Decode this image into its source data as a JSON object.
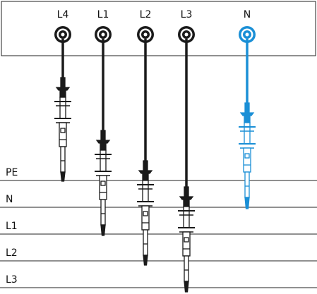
{
  "terminals": [
    {
      "label": "L4",
      "color": "#1a1a1a"
    },
    {
      "label": "L1",
      "color": "#1a1a1a"
    },
    {
      "label": "L2",
      "color": "#1a1a1a"
    },
    {
      "label": "L3",
      "color": "#1a1a1a"
    },
    {
      "label": "N",
      "color": "#1a8fd6"
    }
  ],
  "conductors": [
    {
      "label": "PE"
    },
    {
      "label": "N"
    },
    {
      "label": "L1"
    },
    {
      "label": "L2"
    },
    {
      "label": "L3"
    }
  ],
  "colors": {
    "black": "#1a1a1a",
    "blue": "#1a8fd6",
    "line": "#222222",
    "probe_fill": "#ffffff"
  }
}
